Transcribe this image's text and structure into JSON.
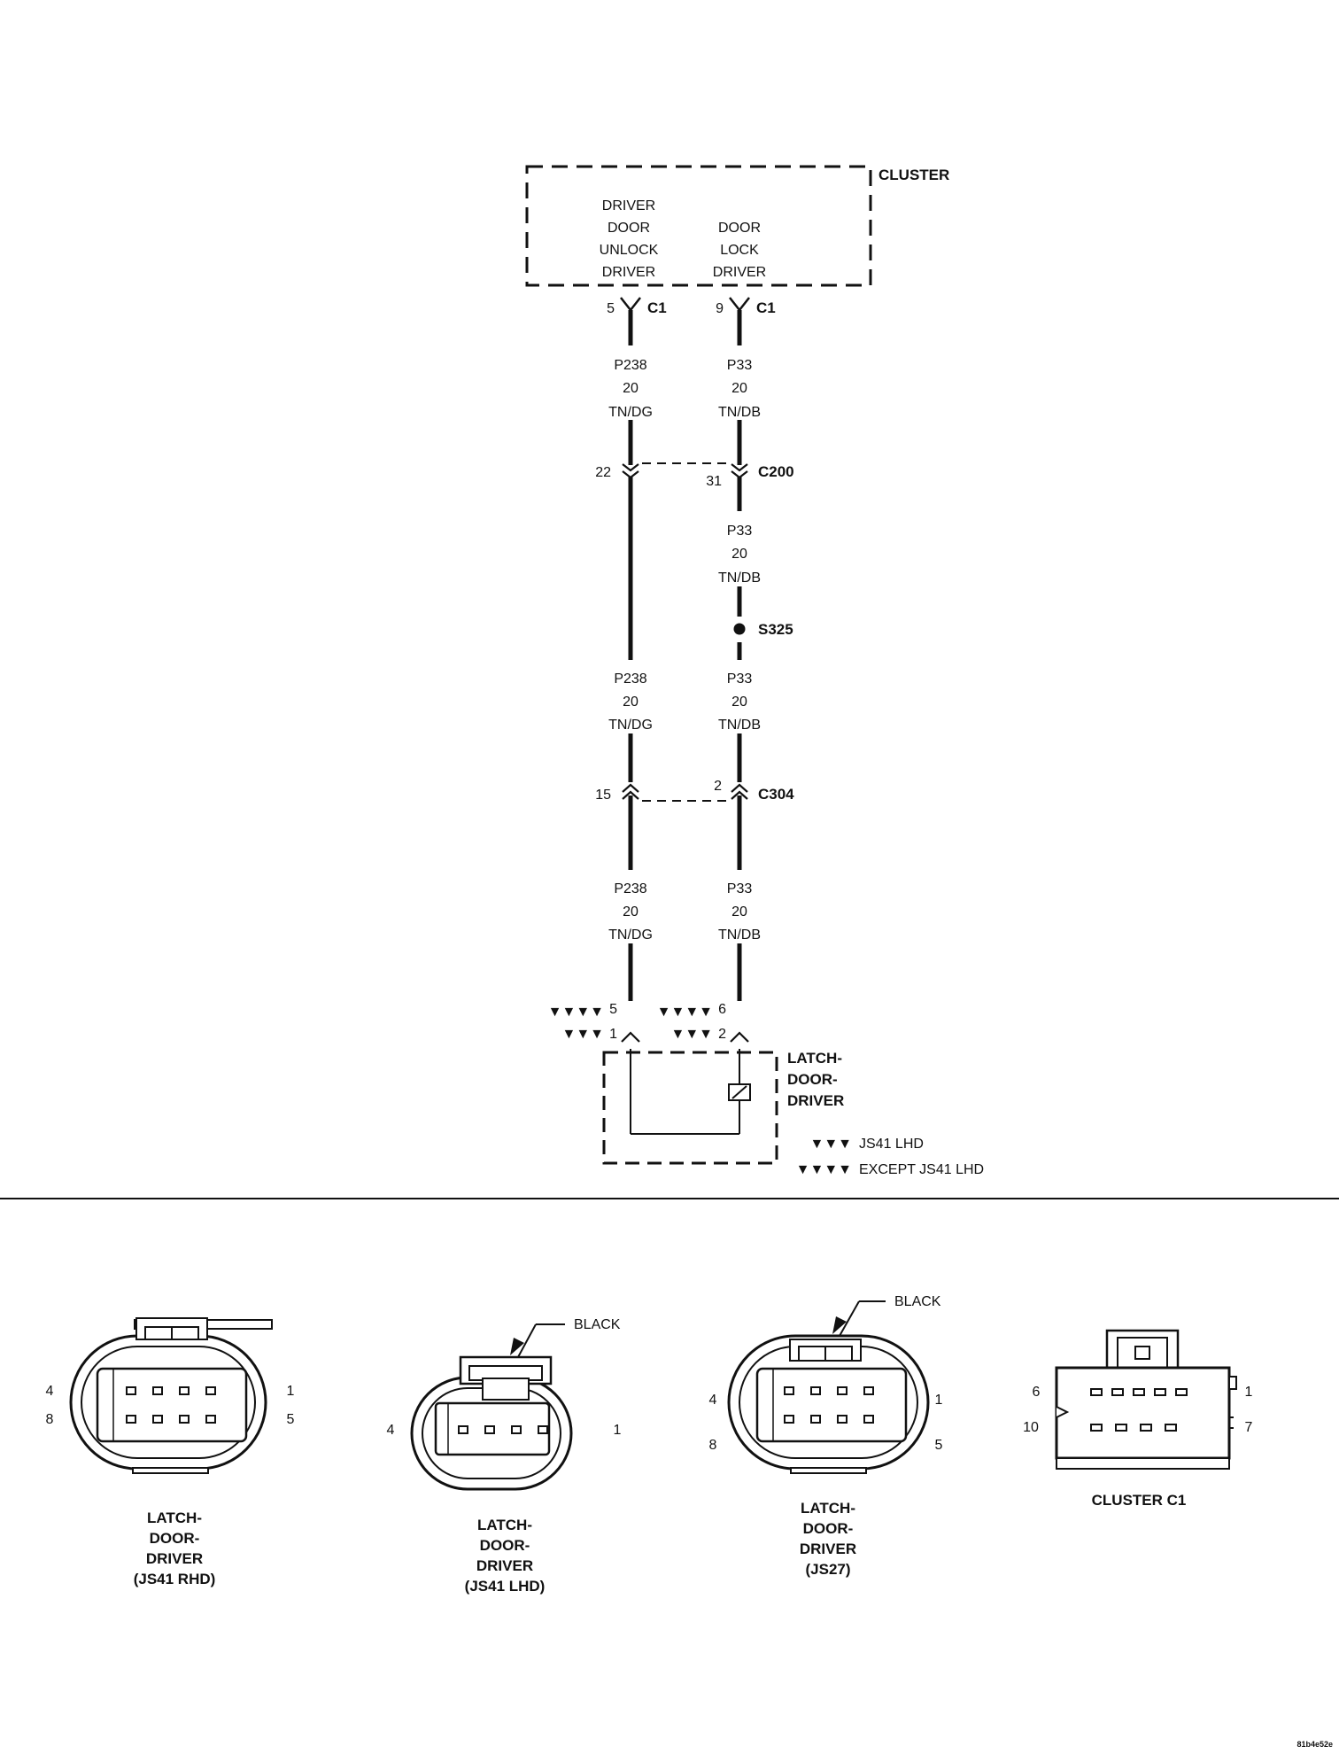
{
  "schematic": {
    "cluster": {
      "title": "CLUSTER",
      "unlock_lines": [
        "DRIVER",
        "DOOR",
        "UNLOCK",
        "DRIVER"
      ],
      "lock_lines": [
        "DOOR",
        "LOCK",
        "DRIVER"
      ]
    },
    "c1": {
      "pin_left": "5",
      "pin_right": "9",
      "name": "C1"
    },
    "wire_left_segments": [
      {
        "circuit": "P238",
        "gauge": "20",
        "color": "TN/DG"
      },
      {
        "circuit": "P238",
        "gauge": "20",
        "color": "TN/DG"
      },
      {
        "circuit": "P238",
        "gauge": "20",
        "color": "TN/DG"
      }
    ],
    "wire_right_segments": [
      {
        "circuit": "P33",
        "gauge": "20",
        "color": "TN/DB"
      },
      {
        "circuit": "P33",
        "gauge": "20",
        "color": "TN/DB"
      },
      {
        "circuit": "P33",
        "gauge": "20",
        "color": "TN/DB"
      },
      {
        "circuit": "P33",
        "gauge": "20",
        "color": "TN/DB"
      }
    ],
    "c200": {
      "name": "C200",
      "pin_left": "22",
      "pin_right": "31"
    },
    "splice": {
      "name": "S325"
    },
    "c304": {
      "name": "C304",
      "pin_left": "15",
      "pin_right": "2"
    },
    "latch_pins": {
      "left_top": "5",
      "left_bottom": "1",
      "right_top": "6",
      "right_bottom": "2",
      "four_marker": "▼▼▼▼",
      "three_marker": "▼▼▼"
    },
    "latch_title_lines": [
      "LATCH-",
      "DOOR-",
      "DRIVER"
    ],
    "legend": [
      {
        "marker": "▼▼▼",
        "text": "JS41 LHD"
      },
      {
        "marker": "▼▼▼▼",
        "text": "EXCEPT JS41 LHD"
      }
    ]
  },
  "connectors": [
    {
      "title_lines": [
        "LATCH-",
        "DOOR-",
        "DRIVER",
        "(JS41 RHD)"
      ],
      "pins": {
        "top_left": "4",
        "bottom_left": "8",
        "top_right": "1",
        "bottom_right": "5"
      }
    },
    {
      "title_lines": [
        "LATCH-",
        "DOOR-",
        "DRIVER",
        "(JS41 LHD)"
      ],
      "color_label": "BLACK",
      "pins": {
        "left": "4",
        "right": "1"
      }
    },
    {
      "title_lines": [
        "LATCH-",
        "DOOR-",
        "DRIVER",
        "(JS27)"
      ],
      "color_label": "BLACK",
      "pins": {
        "top_left": "4",
        "bottom_left": "8",
        "top_right": "1",
        "bottom_right": "5"
      }
    },
    {
      "title_lines": [
        "CLUSTER C1"
      ],
      "pins": {
        "top_left": "6",
        "bottom_left": "10",
        "top_right": "1",
        "bottom_right": "7"
      }
    }
  ],
  "figure_id": "81b4e52e"
}
